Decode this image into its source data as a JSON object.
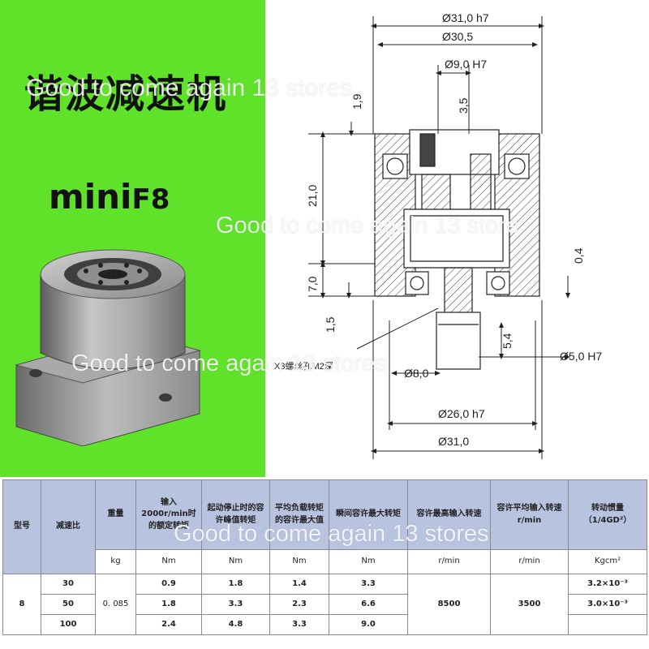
{
  "title_cn": "谐波减速机",
  "model": {
    "prefix": "mini",
    "suffix": "F8"
  },
  "watermarks": [
    "Good to come again 13 stores",
    "Good to come again 13 store",
    "Good to come again 13 stores",
    "Good to come again 13 stores"
  ],
  "drawing": {
    "d_outer_top": "Ø31,0 h7",
    "d_30_5": "Ø30,5",
    "d_bore_top": "Ø9,0 H7",
    "h_1_9": "1,9",
    "h_3_5": "3,5",
    "h_21": "21,0",
    "h_7": "7,0",
    "h_1_5": "1,5",
    "h_0_4": "0,4",
    "h_5_4": "5,4",
    "d_shaft": "Ø5,0 H7",
    "d_8": "Ø8,0",
    "d_26": "Ø26,0 h7",
    "d_31_bottom": "Ø31,0",
    "note": "X3螺丝孔M2深"
  },
  "table": {
    "headers": {
      "model": "型号",
      "ratio": "减速比",
      "weight": "重量",
      "input_torque": "输入2000r/min时的额定转矩",
      "start_stop": "起动停止时的容许峰值转矩",
      "avg_load": "平均负载转矩的容许最大值",
      "instant": "瞬间容许最大转矩",
      "max_speed": "容许最高输入转速",
      "avg_speed": "容许平均输入转速 r/min",
      "inertia": "转动惯量（1/4GD²）"
    },
    "units": {
      "weight": "kg",
      "input_torque": "Nm",
      "start_stop": "Nm",
      "avg_load": "Nm",
      "instant": "Nm",
      "max_speed": "r/min",
      "avg_speed": "r/min",
      "inertia": "Kgcm²"
    },
    "model_value": "8",
    "weight_value": "0. 085",
    "max_speed_value": "8500",
    "avg_speed_value": "3500",
    "rows": [
      {
        "ratio": "30",
        "input_torque": "0.9",
        "start_stop": "1.8",
        "avg_load": "1.4",
        "instant": "3.3",
        "inertia": "3.2×10⁻³"
      },
      {
        "ratio": "50",
        "input_torque": "1.8",
        "start_stop": "3.3",
        "avg_load": "2.3",
        "instant": "6.6",
        "inertia": "3.0×10⁻³"
      },
      {
        "ratio": "100",
        "input_torque": "2.4",
        "start_stop": "4.8",
        "avg_load": "3.3",
        "instant": "9.0",
        "inertia": ""
      }
    ]
  }
}
